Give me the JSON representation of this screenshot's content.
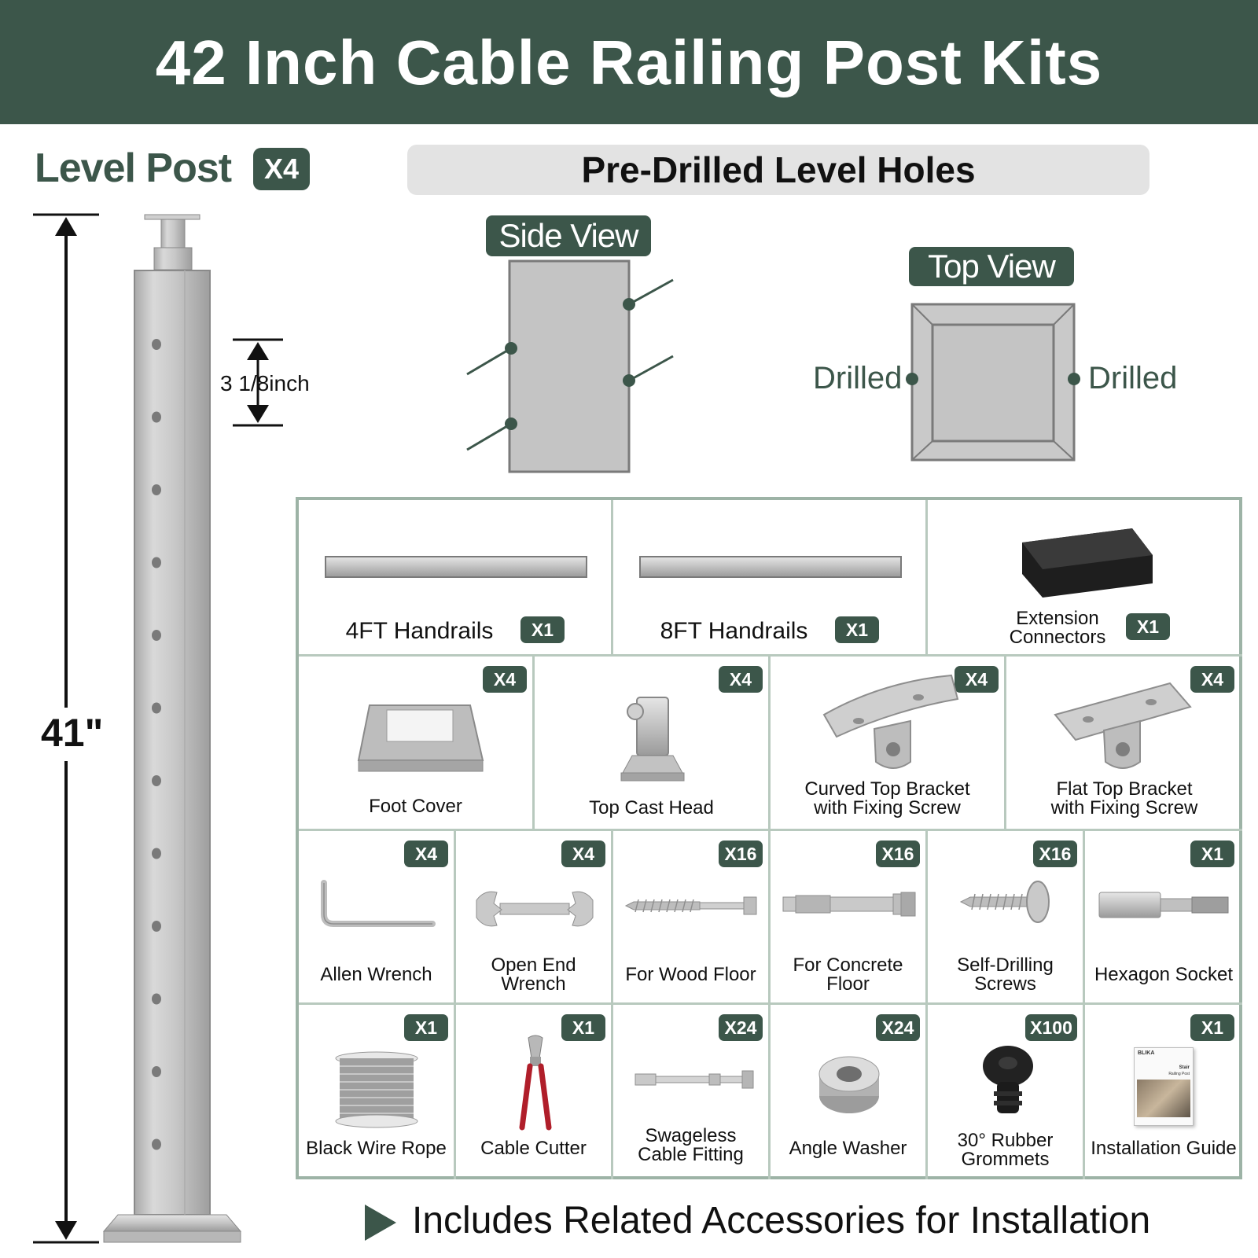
{
  "header": {
    "title": "42 Inch Cable Railing Post Kits"
  },
  "left": {
    "title": "Level Post",
    "count": "X4",
    "hole_spacing": "3 1/8inch",
    "height": "41\""
  },
  "holes": {
    "title": "Pre-Drilled Level Holes",
    "side_view": "Side View",
    "top_view": "Top View",
    "drilled_left": "Drilled",
    "drilled_right": "Drilled"
  },
  "row1": [
    {
      "name": "4FT Handrails",
      "qty": "X1",
      "icon": "handrail-4ft-icon"
    },
    {
      "name": "8FT Handrails",
      "qty": "X1",
      "icon": "handrail-8ft-icon"
    },
    {
      "name_line1": "Extension",
      "name_line2": "Connectors",
      "qty": "X1",
      "icon": "extension-connector-icon"
    }
  ],
  "row2": [
    {
      "name": "Foot Cover",
      "qty": "X4",
      "icon": "foot-cover-icon"
    },
    {
      "name": "Top Cast Head",
      "qty": "X4",
      "icon": "top-cast-head-icon"
    },
    {
      "name_line1": "Curved Top Bracket",
      "name_line2": "with Fixing Screw",
      "qty": "X4",
      "icon": "curved-bracket-icon"
    },
    {
      "name_line1": "Flat Top Bracket",
      "name_line2": "with Fixing Screw",
      "qty": "X4",
      "icon": "flat-bracket-icon"
    }
  ],
  "row3": [
    {
      "name": "Allen Wrench",
      "qty": "X4",
      "icon": "allen-wrench-icon"
    },
    {
      "name_line1": "Open End",
      "name_line2": "Wrench",
      "qty": "X4",
      "icon": "open-end-wrench-icon"
    },
    {
      "name": "For Wood Floor",
      "qty": "X16",
      "icon": "wood-screw-icon"
    },
    {
      "name_line1": "For Concrete",
      "name_line2": "Floor",
      "qty": "X16",
      "icon": "concrete-anchor-icon"
    },
    {
      "name_line1": "Self-Drilling",
      "name_line2": "Screws",
      "qty": "X16",
      "icon": "self-drilling-screw-icon"
    },
    {
      "name": "Hexagon Socket",
      "qty": "X1",
      "icon": "hex-socket-icon"
    }
  ],
  "row4": [
    {
      "name": "Black Wire Rope",
      "qty": "X1",
      "icon": "wire-rope-spool-icon"
    },
    {
      "name": "Cable Cutter",
      "qty": "X1",
      "icon": "cable-cutter-icon"
    },
    {
      "name_line1": "Swageless",
      "name_line2": "Cable Fitting",
      "qty": "X24",
      "icon": "cable-fitting-icon"
    },
    {
      "name": "Angle Washer",
      "qty": "X24",
      "icon": "angle-washer-icon"
    },
    {
      "name_line1": "30° Rubber",
      "name_line2": "Grommets",
      "qty": "X100",
      "icon": "rubber-grommet-icon"
    },
    {
      "name": "Installation Guide",
      "qty": "X1",
      "icon": "installation-guide-icon"
    }
  ],
  "guide": {
    "brand": "BLIKA",
    "title_line1": "Stair",
    "title_line2": "Railing Post"
  },
  "footer": {
    "text": "Includes Related Accessories for Installation"
  },
  "colors": {
    "brand_green": "#3c564a",
    "grid_border": "#9db3a6",
    "steel": "#c4c4c4"
  }
}
